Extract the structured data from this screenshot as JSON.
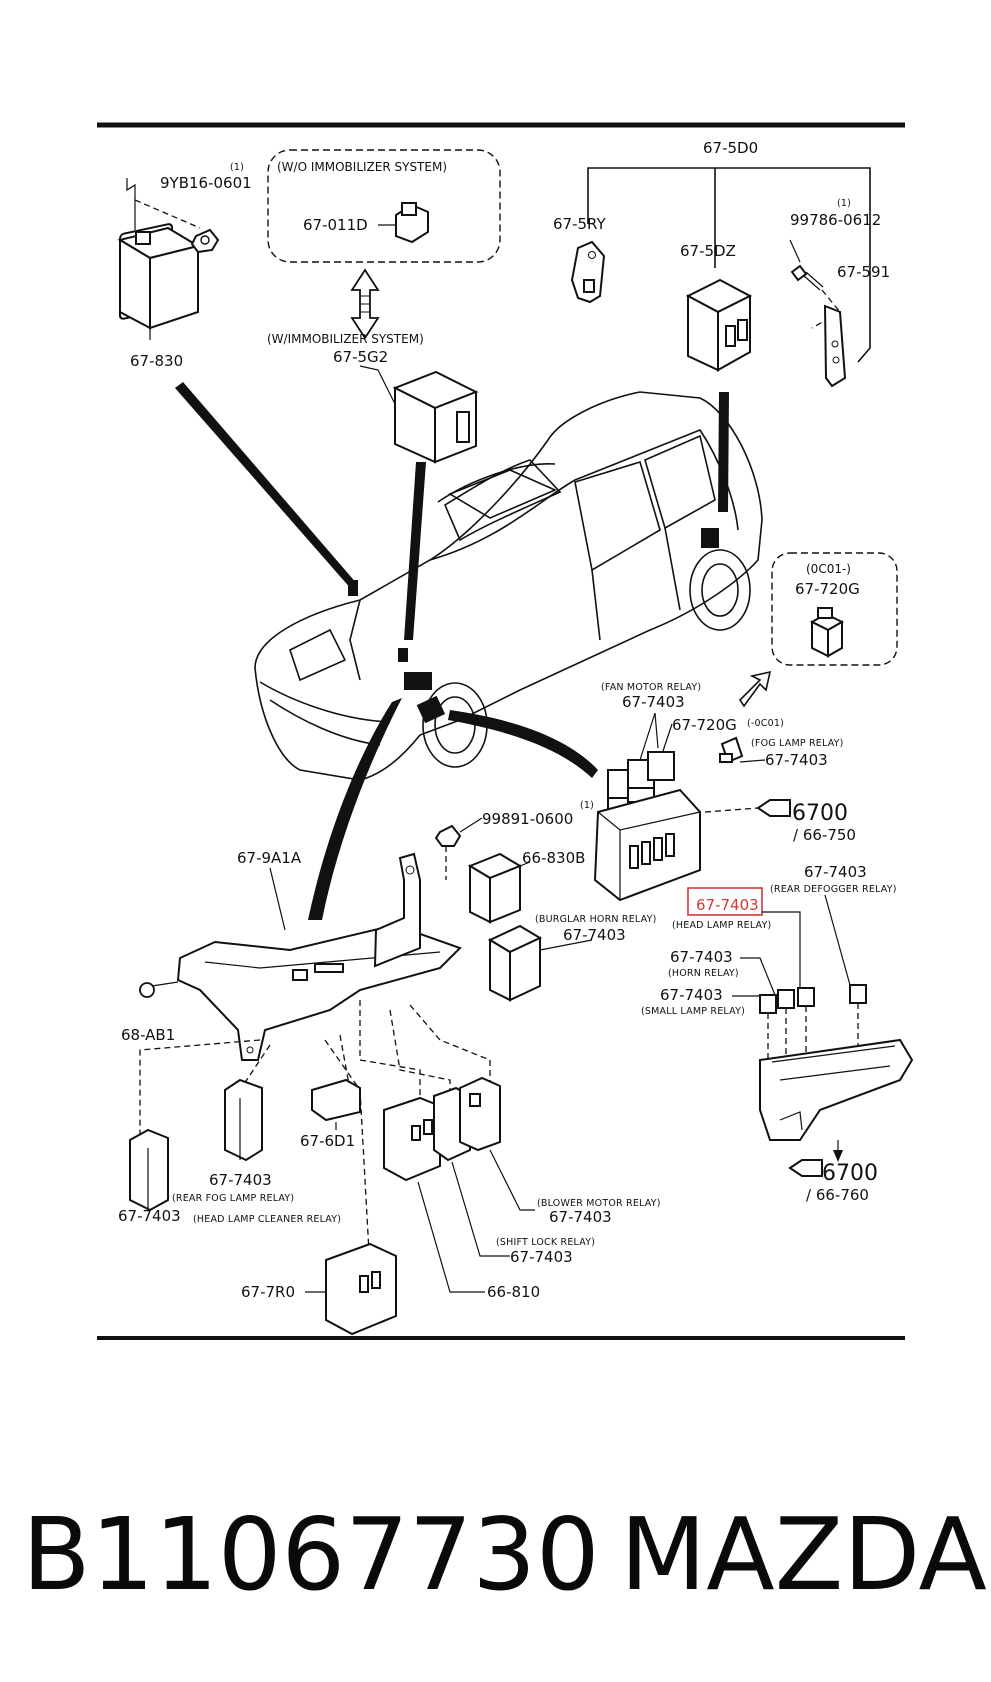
{
  "labels": {
    "p_9yb16": "9YB16-0601",
    "q_9yb16": "(1)",
    "wo_immo": "(W/O IMMOBILIZER SYSTEM)",
    "p_67011d": "67-011D",
    "w_immo": "(W/IMMOBILIZER SYSTEM)",
    "p_675g2": "67-5G2",
    "p_67830": "67-830",
    "p_675d0": "67-5D0",
    "p_675ry": "67-5RY",
    "p_675dz": "67-5DZ",
    "q_99786": "(1)",
    "p_99786": "99786-0612",
    "p_67591": "67-591",
    "oc01_range": "(0C01-)",
    "p_67720g_box": "67-720G",
    "fan_relay": "(FAN MOTOR RELAY)",
    "p_7403_fan": "67-7403",
    "p_67720g": "67-720G",
    "oc01_note": "(-0C01)",
    "fog_relay": "(FOG LAMP RELAY)",
    "p_7403_fog": "67-7403",
    "q_99891": "(1)",
    "p_99891": "99891-0600",
    "p_679a1a": "67-9A1A",
    "p_66830b": "66-830B",
    "p_6700_a": "6700",
    "p_66750": "/ 66-750",
    "p_7403_rdef": "67-7403",
    "rear_defog": "(REAR DEFOGGER RELAY)",
    "p_7403_head": "67-7403",
    "head_lamp": "(HEAD LAMP RELAY)",
    "burglar": "(BURGLAR HORN RELAY)",
    "p_7403_burg": "67-7403",
    "p_7403_horn": "67-7403",
    "horn_relay": "(HORN RELAY)",
    "p_7403_small": "67-7403",
    "small_lamp": "(SMALL LAMP RELAY)",
    "p_68ab1": "68-AB1",
    "p_676d1": "67-6D1",
    "p_6700_b": "6700",
    "p_66760": "/ 66-760",
    "p_7403_rfog": "67-7403",
    "rear_fog": "(REAR FOG LAMP RELAY)",
    "p_7403_hlc": "67-7403",
    "hlc": "(HEAD LAMP CLEANER RELAY)",
    "blower": "(BLOWER MOTOR RELAY)",
    "p_7403_blow": "67-7403",
    "shift_lock": "(SHIFT LOCK RELAY)",
    "p_7403_shift": "67-7403",
    "p_677r0": "67-7R0",
    "p_66810": "66-810"
  },
  "highlight": {
    "label": "67-7403",
    "color": "#d23838"
  },
  "footer": {
    "part_number": "B11067730",
    "brand": "MAZDA"
  }
}
